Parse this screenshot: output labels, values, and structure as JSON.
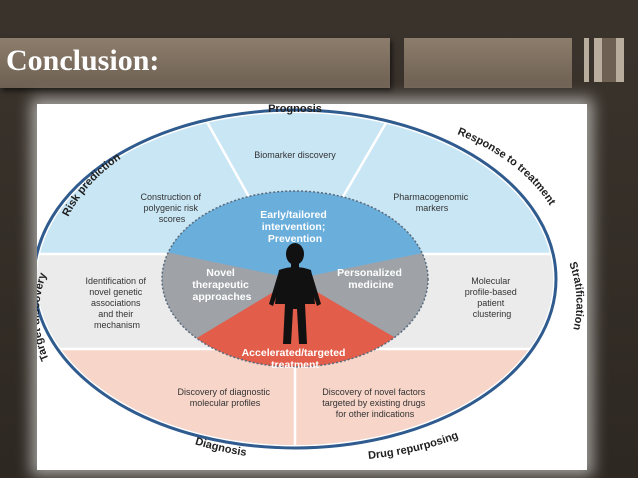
{
  "slide": {
    "title": "Conclusion:"
  },
  "diagram": {
    "outer_labels": {
      "prognosis": "Prognosis",
      "risk_prediction": "Risk prediction",
      "response_to_treatment": "Response to treatment",
      "target_discovery": "Target discovery",
      "stratification": "Stratification",
      "diagnosis": "Diagnosis",
      "drug_repurposing": "Drug repurposing"
    },
    "segments": {
      "biomarker": [
        "Biomarker discovery"
      ],
      "construction": [
        "Construction of",
        "polygenic risk",
        "scores"
      ],
      "pharmaco": [
        "Pharmacogenomic",
        "markers"
      ],
      "identification": [
        "Identification of",
        "novel genetic",
        "associations",
        "and their",
        "mechanism"
      ],
      "molecular": [
        "Molecular",
        "profile-based",
        "patient",
        "clustering"
      ],
      "diagnostic": [
        "Discovery of diagnostic",
        "molecular profiles"
      ],
      "novel_factors": [
        "Discovery of novel factors",
        "targeted by existing drugs",
        "for other indications"
      ]
    },
    "inner": {
      "early": [
        "Early/tailored",
        "intervention;",
        "Prevention"
      ],
      "novel": [
        "Novel",
        "therapeutic",
        "approaches"
      ],
      "personalized": [
        "Personalized",
        "medicine"
      ],
      "accelerated": [
        "Accelerated/targeted",
        "treatment"
      ]
    },
    "colors": {
      "outer_blue": "#c9e6f5",
      "outer_gray": "#ebebeb",
      "outer_red": "#f7d5c9",
      "inner_blue": "#6aaedc",
      "inner_gray": "#9fa3a8",
      "inner_red": "#e25e4a",
      "ring": "#2f5b8e"
    }
  }
}
